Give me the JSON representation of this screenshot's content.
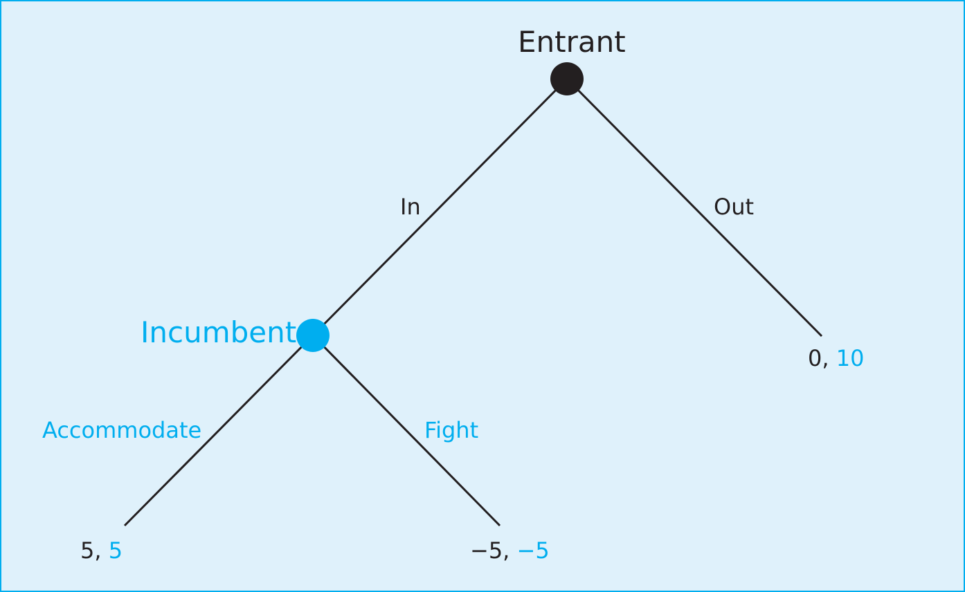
{
  "diagram": {
    "type": "game-tree",
    "colors": {
      "background": "#dff1fb",
      "border": "#00aeef",
      "player1": "#231f20",
      "player2": "#00aeef",
      "edge": "#231f20"
    },
    "nodes": {
      "entrant": {
        "label": "Entrant"
      },
      "incumbent": {
        "label": "Incumbent"
      }
    },
    "edges": {
      "in": {
        "label": "In"
      },
      "out": {
        "label": "Out"
      },
      "accommodate": {
        "label": "Accommodate"
      },
      "fight": {
        "label": "Fight"
      }
    },
    "payoffs": {
      "accommodate": {
        "entrant": "5,",
        "incumbent": "5"
      },
      "fight": {
        "entrant": "−5,",
        "incumbent": "−5"
      },
      "out": {
        "entrant": "0,",
        "incumbent": "10"
      }
    }
  }
}
